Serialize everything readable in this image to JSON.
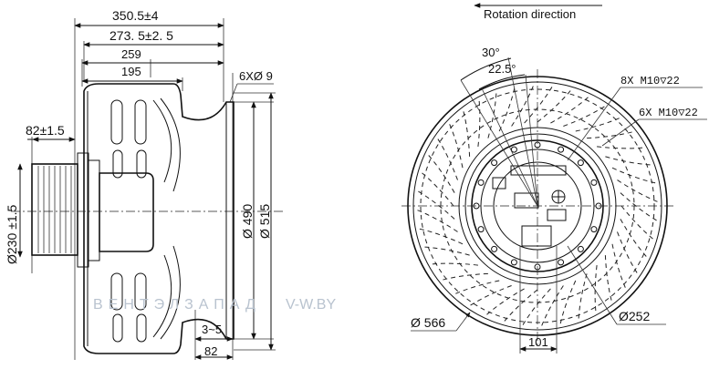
{
  "side_view": {
    "dim_overall": "350.5±4",
    "dim_impeller_width": "273. 5±2. 5",
    "dim_259": "259",
    "dim_195": "195",
    "dim_holes": "6XØ 9",
    "dim_motor": "82±1.5",
    "dim_motor_dia": "Ø230 ±1.5",
    "dim_490": "Ø 490",
    "dim_515": "Ø 515",
    "dim_gap": "3~5",
    "dim_82": "82"
  },
  "front_view": {
    "rotation_label": "Rotation direction",
    "angle_30": "30°",
    "angle_22": "22.5°",
    "bolt_8x": "8X M10▽22",
    "bolt_6x": "6X M10▽22",
    "dim_566": "Ø 566",
    "dim_252": "Ø252",
    "dim_101": "101"
  },
  "watermark": {
    "brand": "ВЕНТЭЛЗАПАД",
    "site": "V-W.BY"
  }
}
